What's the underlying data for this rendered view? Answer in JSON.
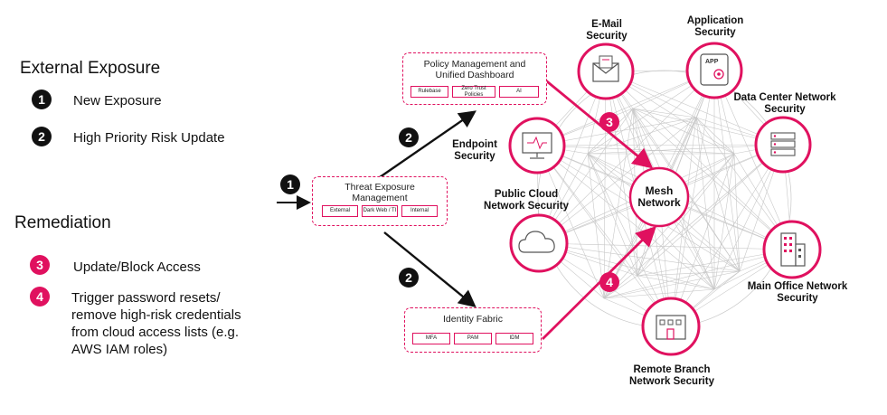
{
  "legend": {
    "external_heading": "External Exposure",
    "external_items": [
      {
        "num": "1",
        "label": "New Exposure"
      },
      {
        "num": "2",
        "label": "High Priority Risk Update"
      }
    ],
    "remediation_heading": "Remediation",
    "remediation_items": [
      {
        "num": "3",
        "label": "Update/Block Access"
      },
      {
        "num": "4",
        "label": "Trigger password resets/ remove high-risk credentials from cloud access lists (e.g. AWS IAM roles)"
      }
    ]
  },
  "boxes": {
    "threat": {
      "title": "Threat Exposure Management",
      "chips": [
        "External",
        "Dark Web / TI",
        "Internal"
      ]
    },
    "policy": {
      "title": "Policy Management and Unified Dashboard",
      "chips": [
        "Rulebase",
        "Zero Trust Policies",
        "AI"
      ]
    },
    "identity": {
      "title": "Identity Fabric",
      "chips": [
        "MFA",
        "PAM",
        "IDM"
      ]
    }
  },
  "steps": {
    "one": "1",
    "two_top": "2",
    "two_bottom": "2",
    "three": "3",
    "four": "4"
  },
  "mesh": {
    "label": "Mesh Network"
  },
  "nodes": {
    "email": "E-Mail Security",
    "application": "Application Security",
    "app_icon_text": "APP",
    "datacenter": "Data Center Network Security",
    "endpoint": "Endpoint Security",
    "cloud": "Public Cloud Network Security",
    "mainoffice": "Main Office Network Security",
    "branch": "Remote Branch Network Security"
  },
  "colors": {
    "accent": "#e0115f",
    "mesh_line": "#c8c8c8",
    "dark": "#111111"
  }
}
